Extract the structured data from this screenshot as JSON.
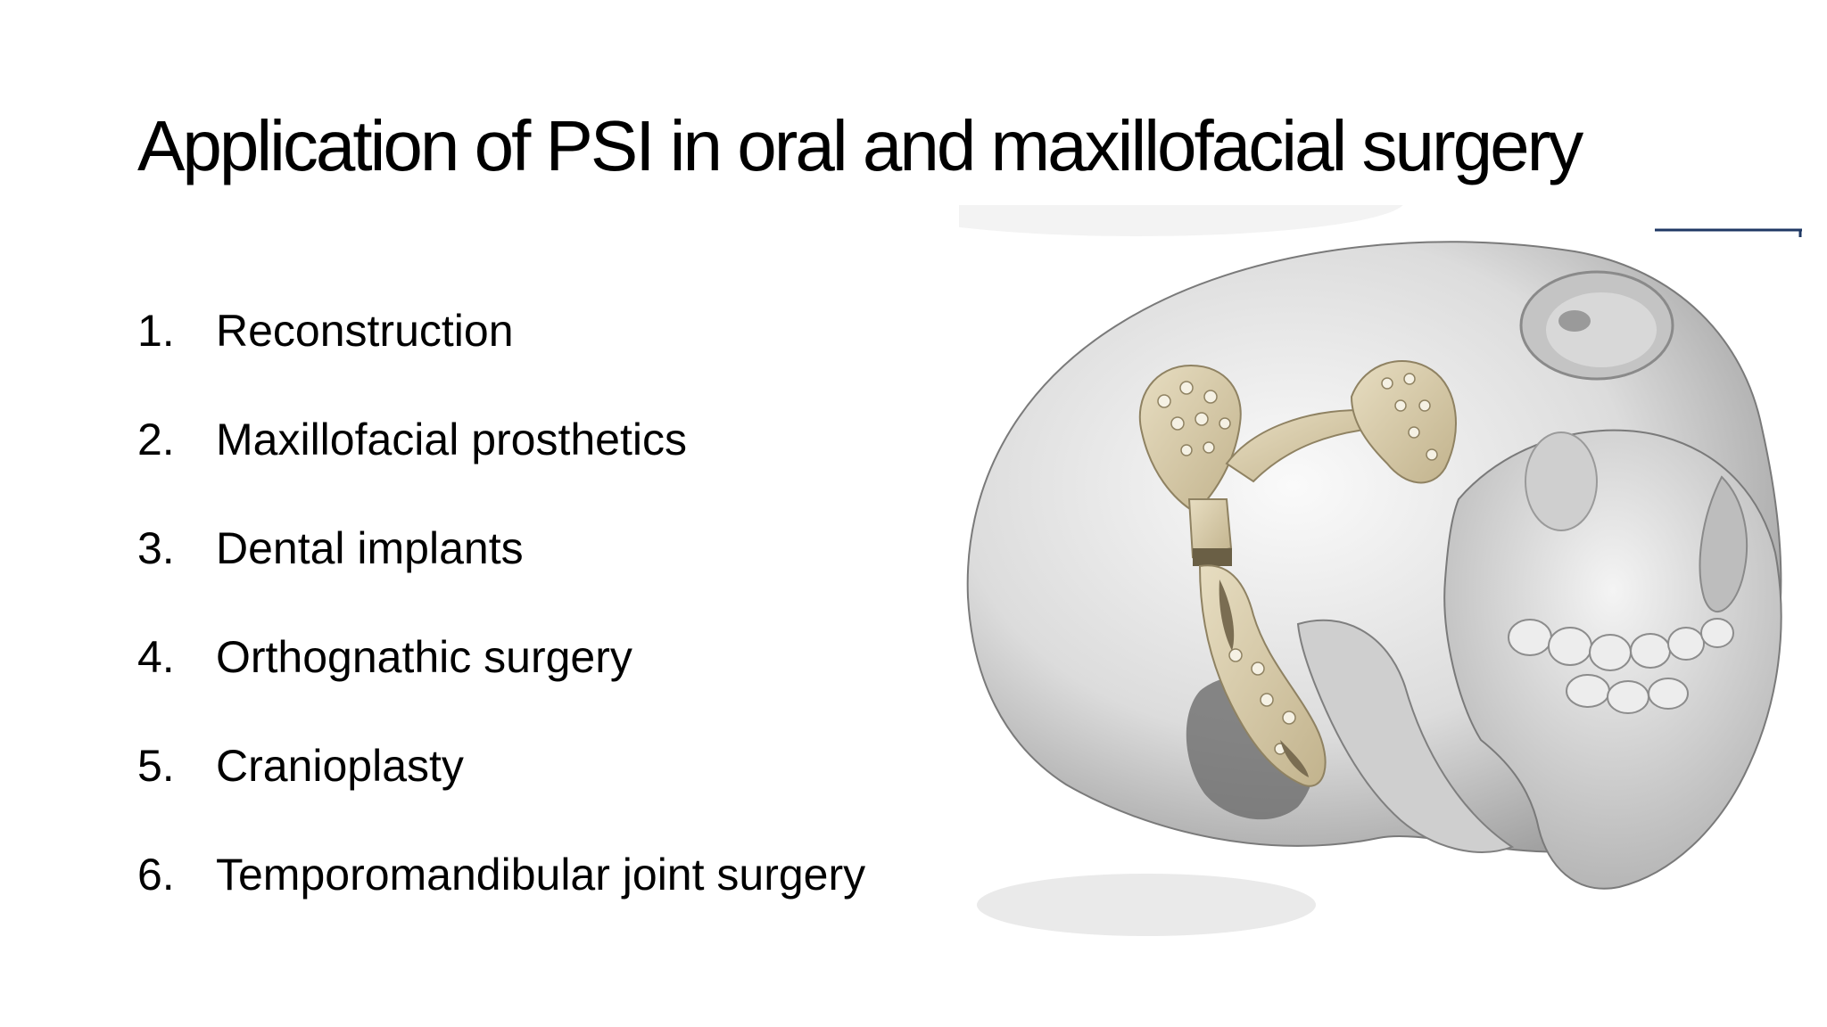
{
  "slide": {
    "title": "Application of PSI in oral and maxillofacial surgery",
    "list": [
      {
        "number": "1.",
        "text": "Reconstruction"
      },
      {
        "number": "2.",
        "text": "Maxillofacial prosthetics"
      },
      {
        "number": "3.",
        "text": "Dental implants"
      },
      {
        "number": "4.",
        "text": "Orthognathic surgery"
      },
      {
        "number": "5.",
        "text": "Cranioplasty"
      },
      {
        "number": "6.",
        "text": "Temporomandibular joint surgery"
      }
    ],
    "image": {
      "icon": "skull-with-tmj-implant-illustration",
      "colors": {
        "bone": "#d9d9d9",
        "implant": "#d8ccaa",
        "rule": "#1f3864"
      }
    }
  }
}
